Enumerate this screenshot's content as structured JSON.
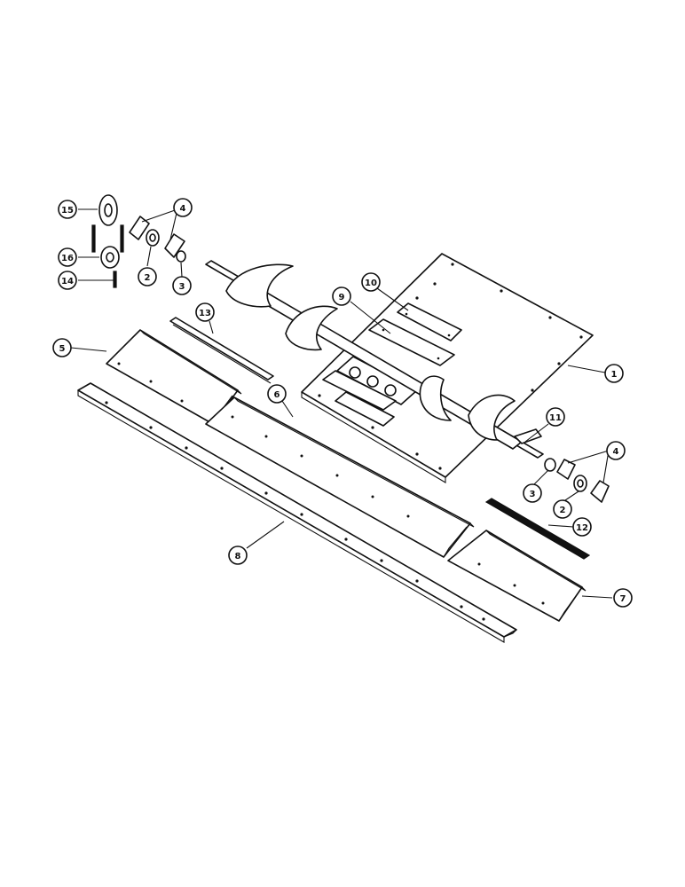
{
  "diagram": {
    "title": "",
    "callouts": [
      {
        "id": "c1",
        "label": "1"
      },
      {
        "id": "c2a",
        "label": "2"
      },
      {
        "id": "c2b",
        "label": "2"
      },
      {
        "id": "c3a",
        "label": "3"
      },
      {
        "id": "c3b",
        "label": "3"
      },
      {
        "id": "c4a",
        "label": "4"
      },
      {
        "id": "c4b",
        "label": "4"
      },
      {
        "id": "c5",
        "label": "5"
      },
      {
        "id": "c6",
        "label": "6"
      },
      {
        "id": "c7",
        "label": "7"
      },
      {
        "id": "c8",
        "label": "8"
      },
      {
        "id": "c9",
        "label": "9"
      },
      {
        "id": "c10",
        "label": "10"
      },
      {
        "id": "c11",
        "label": "11"
      },
      {
        "id": "c12",
        "label": "12"
      },
      {
        "id": "c13",
        "label": "13"
      },
      {
        "id": "c14",
        "label": "14"
      },
      {
        "id": "c15",
        "label": "15"
      },
      {
        "id": "c16",
        "label": "16"
      }
    ]
  }
}
